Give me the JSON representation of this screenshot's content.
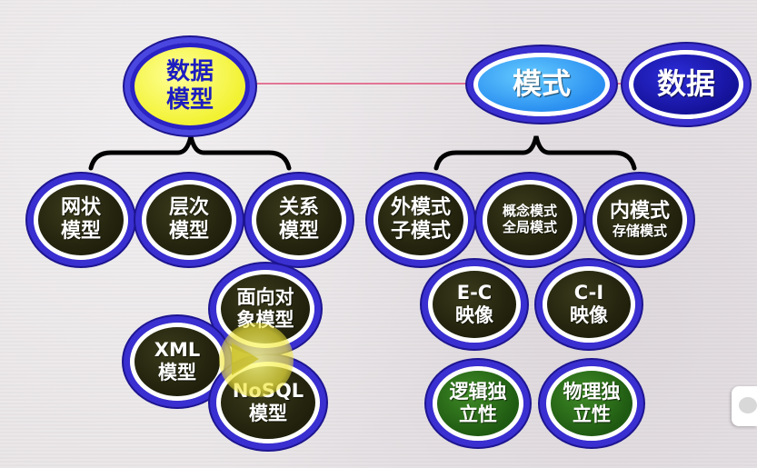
{
  "diagram": {
    "top": {
      "data_model": "数据\n模型",
      "schema": "模式",
      "data": "数据"
    },
    "models": {
      "network": "网状\n模型",
      "hierarchical": "层次\n模型",
      "relational": "关系\n模型",
      "object_oriented": "面向对\n象模型",
      "xml": "XML\n模型",
      "nosql": "NoSQL\n模型"
    },
    "schemas": {
      "external": "外模式\n子模式",
      "conceptual": "概念模式\n全局模式",
      "internal_title": "内模式",
      "internal_sub": "存储模式",
      "ec_mapping": "E-C\n映像",
      "ci_mapping": "C-I\n映像",
      "logical_independence": "逻辑独\n立性",
      "physical_independence": "物理独\n立性"
    }
  },
  "colors": {
    "node_dark": "#20200c",
    "node_green": "#1f5a12",
    "node_yellow": "#f2f233",
    "node_blue": "#2a8ff0",
    "node_navy": "#15129a",
    "ring": "#3a2fd0",
    "connector": "#e0507a"
  }
}
